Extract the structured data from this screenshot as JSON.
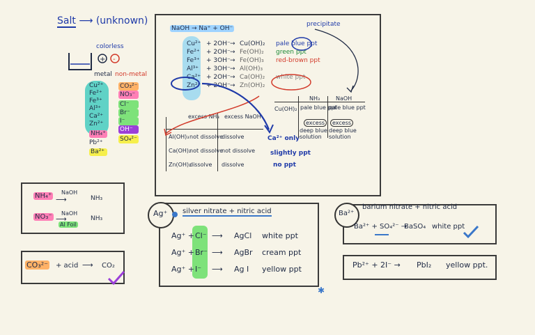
{
  "title": {
    "salt": "Salt",
    "unknown": "(unknown)"
  },
  "legend": {
    "colorless": "colorless",
    "metal": "metal",
    "non_metal": "non-metal"
  },
  "cations": [
    "Cu²⁺",
    "Fe²⁺",
    "Fe³⁺",
    "Al³⁺",
    "Ca²⁺",
    "Zn²⁺",
    "NH₄⁺",
    "Pb²⁺",
    "Ba²⁺"
  ],
  "anions": [
    "CO₃²⁻",
    "NO₃⁻",
    "Cl⁻",
    "Br⁻",
    "I⁻",
    "OH⁻",
    "SO₄²⁻"
  ],
  "naoh_box": {
    "header": "NaOH → Na⁺ + OH⁻",
    "precipitate": "precipitate",
    "rows": [
      {
        "ion": "Cu²⁺",
        "reagent": "+ 2OH⁻",
        "product": "Cu(OH)₂",
        "result": "pale blue ppt"
      },
      {
        "ion": "Fe²⁺",
        "reagent": "+ 2OH⁻",
        "product": "Fe(OH)₂",
        "result": "green ppt"
      },
      {
        "ion": "Fe³⁺",
        "reagent": "+ 3OH⁻",
        "product": "Fe(OH)₃",
        "result": "red-brown ppt"
      },
      {
        "ion": "Al³⁺",
        "reagent": "+ 3OH⁻",
        "product": "Al(OH)₃",
        "result": ""
      },
      {
        "ion": "Ca²⁺",
        "reagent": "+ 2OH⁻",
        "product": "Ca(OH)₂",
        "result": "white ppt"
      },
      {
        "ion": "Zn²⁺",
        "reagent": "+ 2OH⁻",
        "product": "Zn(OH)₂",
        "result": ""
      }
    ],
    "excess_table": {
      "col1": "excess NH₃",
      "col2": "excess NaOH",
      "rows": [
        {
          "compound": "Al(OH)₃",
          "nh3": "not dissolve",
          "naoh": "dissolve"
        },
        {
          "compound": "Ca(OH)₂",
          "nh3": "not dissolve",
          "naoh": "not dissolve"
        },
        {
          "compound": "Zn(OH)₂",
          "nh3": "dissolve",
          "naoh": "dissolve"
        }
      ]
    },
    "ca_note": {
      "ion": "Ca²⁺ only",
      "l1": "slightly ppt",
      "l2": "no ppt"
    },
    "cu_table": {
      "col1": "NH₃",
      "col2": "NaOH",
      "compound": "Cu(OH)₂",
      "nh3_top": "pale blue ppt",
      "naoh_top": "pale blue ppt",
      "excess": "excess",
      "nh3_bottom": "deep blue solution",
      "naoh_bottom": "deep blue solution"
    }
  },
  "nh4_box": {
    "ion1": "NH₄⁺",
    "reagent1": "NaOH",
    "product1": "NH₃",
    "ion2": "NO₃⁻",
    "reagent2a": "NaOH",
    "reagent2b": "Al Foil",
    "product2": "NH₃"
  },
  "co3_box": {
    "ion": "CO₃²⁻",
    "text": "+ acid",
    "product": "CO₂"
  },
  "ag_box": {
    "ion": "Ag⁺",
    "reagent": "silver nitrate + nitric acid",
    "rows": [
      {
        "ion": "Ag⁺ +",
        "halide": "Cl⁻",
        "product": "AgCl",
        "result": "white ppt"
      },
      {
        "ion": "Ag⁺ +",
        "halide": "Br⁻",
        "product": "AgBr",
        "result": "cream ppt"
      },
      {
        "ion": "Ag⁺ +",
        "halide": "I⁻",
        "product": "Ag I",
        "result": "yellow ppt"
      }
    ]
  },
  "ba_box": {
    "ion": "Ba²⁺",
    "reagent": "barium nitrate + nitric acid",
    "equation": "Ba²⁺ + SO₄²⁻ →",
    "product": "BaSO₄",
    "result": "white ppt"
  },
  "pb_box": {
    "equation": "Pb²⁺ + 2I⁻ →",
    "product": "PbI₂",
    "result": "yellow ppt."
  },
  "colors": {
    "ink": "#1f2a44",
    "blue": "#1f3aa8",
    "red": "#d23a2a",
    "pink": "#ff7fb6",
    "green": "#7ee27a",
    "yellow": "#f6ef4c",
    "teal": "#60d2c6",
    "orange": "#ffb267",
    "purple": "#9b3fd9"
  }
}
